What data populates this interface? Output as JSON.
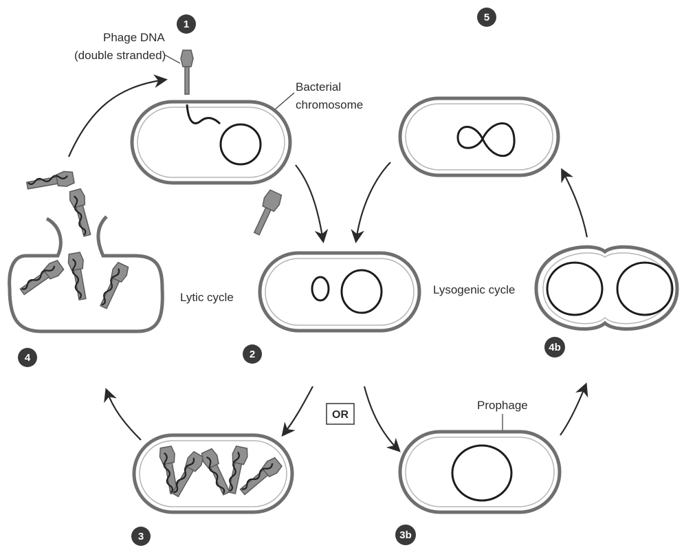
{
  "labels": {
    "phage_dna_line1": "Phage DNA",
    "phage_dna_line2": "(double stranded)",
    "bacterial_line1": "Bacterial",
    "bacterial_line2": "chromosome",
    "lytic_cycle": "Lytic cycle",
    "lysogenic_cycle": "Lysogenic cycle",
    "or": "OR",
    "prophage": "Prophage"
  },
  "steps": {
    "s1": "1",
    "s2": "2",
    "s3": "3",
    "s3b": "3b",
    "s4": "4",
    "s4b": "4b",
    "s5": "5"
  }
}
